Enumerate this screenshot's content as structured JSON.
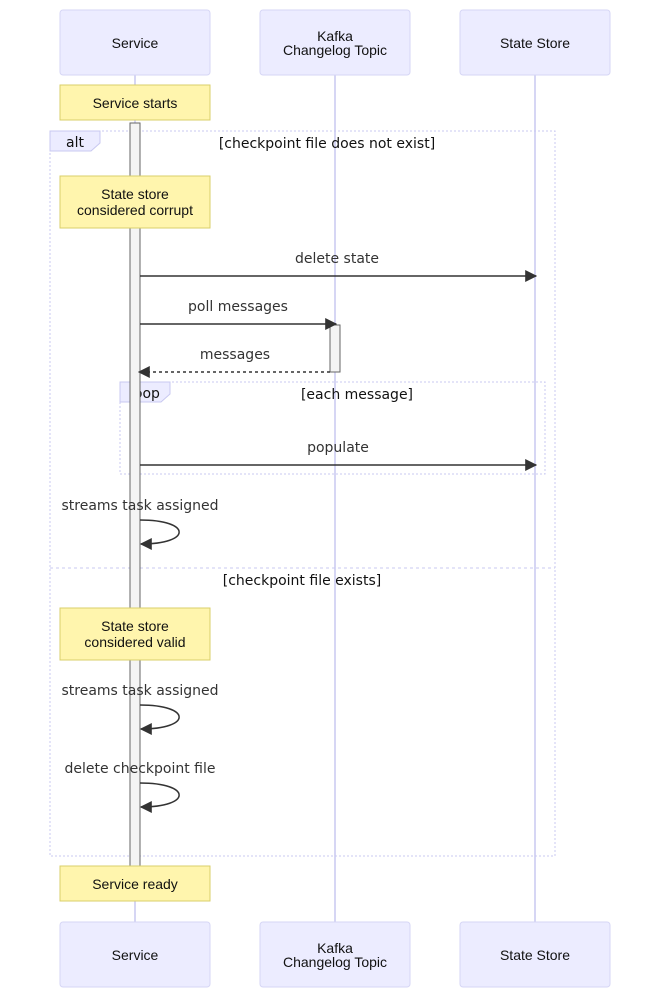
{
  "participants": [
    {
      "id": "service",
      "label_lines": [
        "Service"
      ]
    },
    {
      "id": "kafka",
      "label_lines": [
        "Kafka",
        "Changelog Topic"
      ]
    },
    {
      "id": "store",
      "label_lines": [
        "State Store"
      ]
    }
  ],
  "notes": {
    "service_starts": [
      "Service starts"
    ],
    "store_corrupt": [
      "State store",
      "considered corrupt"
    ],
    "store_valid": [
      "State store",
      "considered valid"
    ],
    "service_ready": [
      "Service ready"
    ]
  },
  "frames": {
    "alt": {
      "label": "alt",
      "condition": "[checkpoint file does not exist]",
      "else_condition": "[checkpoint file exists]"
    },
    "loop": {
      "label": "loop",
      "condition": "[each message]"
    }
  },
  "messages": {
    "delete_state": "delete state",
    "poll_messages": "poll messages",
    "messages": "messages",
    "populate": "populate",
    "streams_task_assigned_1": "streams task assigned",
    "streams_task_assigned_2": "streams task assigned",
    "delete_checkpoint_file": "delete checkpoint file"
  },
  "colors": {
    "actor_fill": "#ECECFF",
    "actor_stroke": "#D6D6F5",
    "lifeline": "#C8C8F0",
    "note_fill": "#FFF5AD",
    "note_stroke": "#D8CF6A",
    "frame_stroke": "#C8C8F0",
    "activation_fill": "#F4F4F4",
    "activation_stroke": "#666666",
    "line": "#333333"
  }
}
